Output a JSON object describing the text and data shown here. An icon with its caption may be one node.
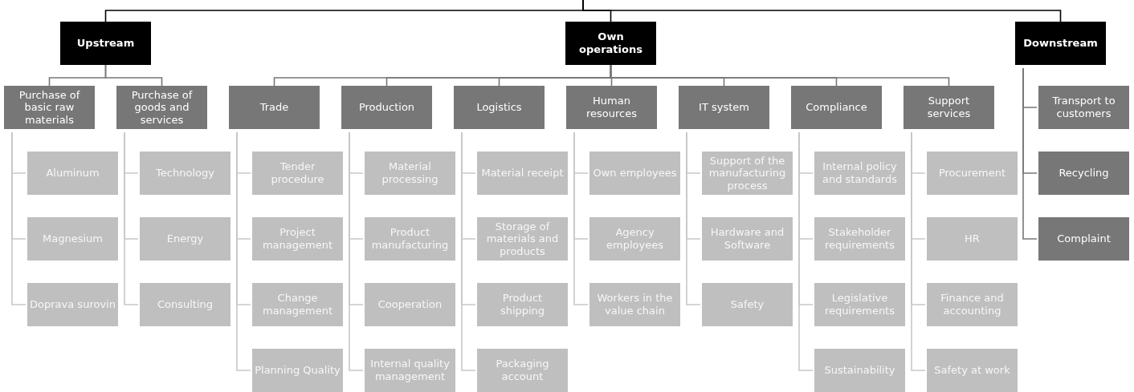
{
  "diagram": {
    "nodes": [
      {
        "text": [
          "Upstream"
        ]
      },
      {
        "text": [
          "Own operations"
        ]
      },
      {
        "text": [
          "Downstream"
        ]
      },
      {
        "text": [
          "Purchase of basic raw materials"
        ]
      },
      {
        "text": [
          "Purchase of goods and services"
        ]
      },
      {
        "text": [
          "Trade"
        ]
      },
      {
        "text": [
          "Production"
        ]
      },
      {
        "text": [
          "Logistics"
        ]
      },
      {
        "text": [
          "Human resources"
        ]
      },
      {
        "text": [
          "IT system"
        ]
      },
      {
        "text": [
          "Compliance"
        ]
      },
      {
        "text": [
          "Support services"
        ]
      },
      {
        "text": [
          "Transport to customers"
        ]
      },
      {
        "text": [
          "Recycling"
        ]
      },
      {
        "text": [
          "Complaint"
        ]
      },
      {
        "text": [
          "Aluminum"
        ]
      },
      {
        "text": [
          "Magnesium"
        ]
      },
      {
        "text": [
          "Doprava surovin"
        ]
      },
      {
        "text": [
          "Technology"
        ]
      },
      {
        "text": [
          "Energy"
        ]
      },
      {
        "text": [
          "Consulting"
        ]
      },
      {
        "text": [
          "Tender procedure"
        ]
      },
      {
        "text": [
          "Project management"
        ]
      },
      {
        "text": [
          "Change management"
        ]
      },
      {
        "text": [
          "Planning Quality"
        ]
      },
      {
        "text": [
          "Material processing"
        ]
      },
      {
        "text": [
          "Product manufacturing"
        ]
      },
      {
        "text": [
          "Cooperation"
        ]
      },
      {
        "text": [
          "Internal quality management"
        ]
      },
      {
        "text": [
          "Material receipt"
        ]
      },
      {
        "text": [
          "Storage of materials and products"
        ]
      },
      {
        "text": [
          "Product shipping"
        ]
      },
      {
        "text": [
          "Packaging account"
        ]
      },
      {
        "text": [
          "Own employees"
        ]
      },
      {
        "text": [
          "Agency employees"
        ]
      },
      {
        "text": [
          "Workers in the value chain"
        ]
      },
      {
        "text": [
          "Support of the manufacturing process"
        ]
      },
      {
        "text": [
          "Hardware and Software"
        ]
      },
      {
        "text": [
          "Safety"
        ]
      },
      {
        "text": [
          "Internal policy and standards"
        ]
      },
      {
        "text": [
          "Stakeholder requirements"
        ]
      },
      {
        "text": [
          "Legislative requirements"
        ]
      },
      {
        "text": [
          "Sustainability"
        ]
      },
      {
        "text": [
          "Procurement"
        ]
      },
      {
        "text": [
          "HR"
        ]
      },
      {
        "text": [
          "Finance and accounting"
        ]
      },
      {
        "text": [
          "Safety at work"
        ]
      }
    ],
    "edges": [
      {
        "from": null,
        "to": 0,
        "arrow": "none",
        "color": "#000000"
      },
      {
        "from": null,
        "to": 1,
        "arrow": "none",
        "color": "#000000"
      },
      {
        "from": null,
        "to": 2,
        "arrow": "none",
        "color": "#000000"
      },
      {
        "from": 0,
        "to": 3,
        "arrow": "none",
        "color": "#777777"
      },
      {
        "from": 0,
        "to": 4,
        "arrow": "none",
        "color": "#777777"
      },
      {
        "from": 1,
        "to": 5,
        "arrow": "none",
        "color": "#777777"
      },
      {
        "from": 1,
        "to": 6,
        "arrow": "none",
        "color": "#777777"
      },
      {
        "from": 1,
        "to": 7,
        "arrow": "none",
        "color": "#777777"
      },
      {
        "from": 1,
        "to": 8,
        "arrow": "none",
        "color": "#777777"
      },
      {
        "from": 1,
        "to": 9,
        "arrow": "none",
        "color": "#777777"
      },
      {
        "from": 1,
        "to": 10,
        "arrow": "none",
        "color": "#777777"
      },
      {
        "from": 1,
        "to": 11,
        "arrow": "none",
        "color": "#777777"
      },
      {
        "from": 2,
        "to": 12,
        "arrow": "none",
        "color": "#777777"
      },
      {
        "from": 2,
        "to": 13,
        "arrow": "none",
        "color": "#777777"
      },
      {
        "from": 2,
        "to": 14,
        "arrow": "none",
        "color": "#777777"
      },
      {
        "from": 3,
        "to": 15,
        "arrow": "none"
      },
      {
        "from": 3,
        "to": 16,
        "arrow": "none"
      },
      {
        "from": 3,
        "to": 17,
        "arrow": "none"
      },
      {
        "from": 4,
        "to": 18,
        "arrow": "none"
      },
      {
        "from": 4,
        "to": 19,
        "arrow": "none"
      },
      {
        "from": 4,
        "to": 20,
        "arrow": "none"
      },
      {
        "from": 5,
        "to": 21,
        "arrow": "none"
      },
      {
        "from": 5,
        "to": 22,
        "arrow": "none"
      },
      {
        "from": 5,
        "to": 23,
        "arrow": "none"
      },
      {
        "from": 5,
        "to": 24,
        "arrow": "none"
      },
      {
        "from": 6,
        "to": 25,
        "arrow": "none"
      },
      {
        "from": 6,
        "to": 26,
        "arrow": "none"
      },
      {
        "from": 6,
        "to": 27,
        "arrow": "none"
      },
      {
        "from": 6,
        "to": 28,
        "arrow": "none"
      },
      {
        "from": 7,
        "to": 29,
        "arrow": "none"
      },
      {
        "from": 7,
        "to": 30,
        "arrow": "none"
      },
      {
        "from": 7,
        "to": 31,
        "arrow": "none"
      },
      {
        "from": 7,
        "to": 32,
        "arrow": "none"
      },
      {
        "from": 8,
        "to": 33,
        "arrow": "none"
      },
      {
        "from": 8,
        "to": 34,
        "arrow": "none"
      },
      {
        "from": 8,
        "to": 35,
        "arrow": "none"
      },
      {
        "from": 9,
        "to": 36,
        "arrow": "none"
      },
      {
        "from": 9,
        "to": 37,
        "arrow": "none"
      },
      {
        "from": 9,
        "to": 38,
        "arrow": "none"
      },
      {
        "from": 10,
        "to": 39,
        "arrow": "none"
      },
      {
        "from": 10,
        "to": 40,
        "arrow": "none"
      },
      {
        "from": 10,
        "to": 41,
        "arrow": "none"
      },
      {
        "from": 10,
        "to": 42,
        "arrow": "none"
      },
      {
        "from": 11,
        "to": 43,
        "arrow": "none"
      },
      {
        "from": 11,
        "to": 44,
        "arrow": "none"
      },
      {
        "from": 11,
        "to": 45,
        "arrow": "none"
      },
      {
        "from": 11,
        "to": 46,
        "arrow": "none"
      }
    ]
  }
}
